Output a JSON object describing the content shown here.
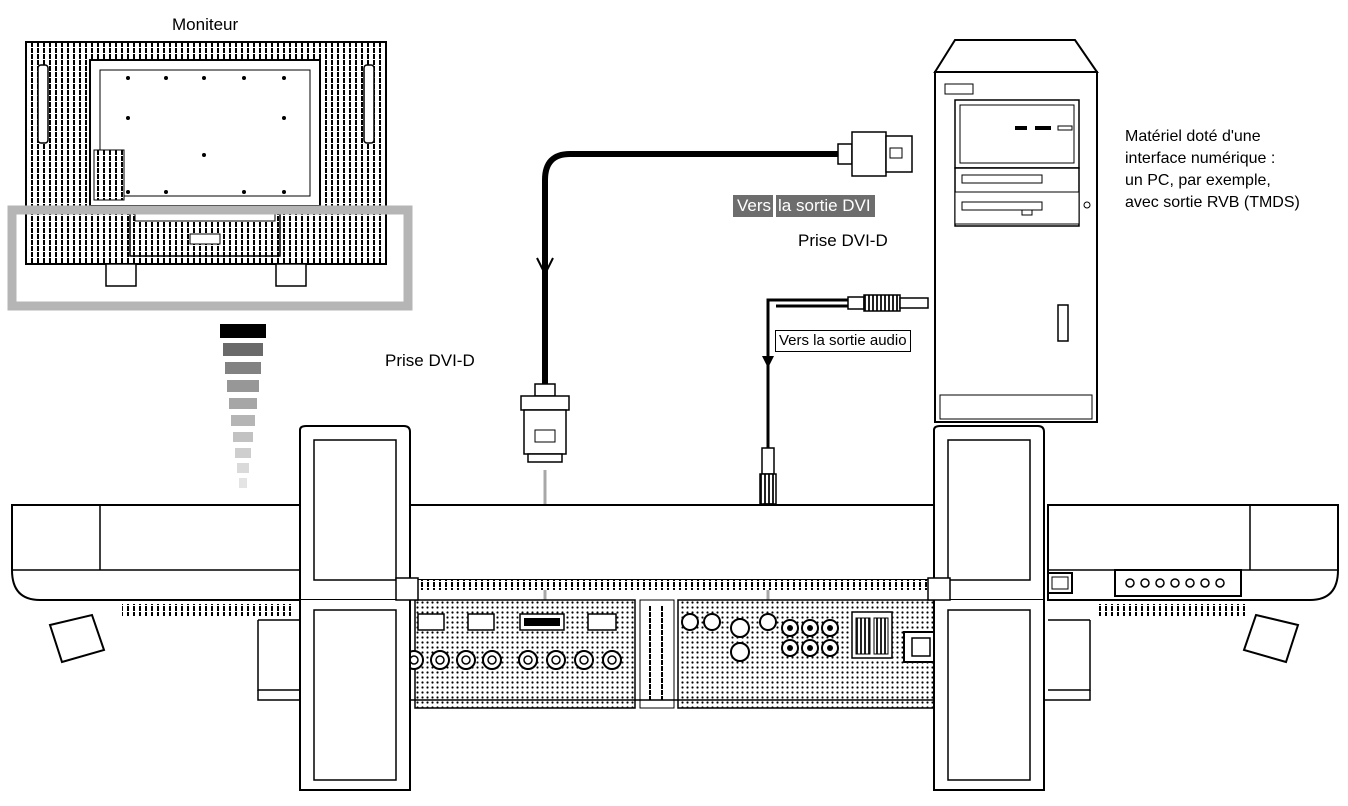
{
  "labels": {
    "monitor": "Moniteur",
    "equipment_line1": "Matériel doté d'une",
    "equipment_line2": "interface numérique :",
    "equipment_line3": "un PC, par exemple,",
    "equipment_line4": "avec sortie RVB (TMDS)",
    "dvi_plug_left": "Prise DVI-D",
    "dvi_plug_right": "Prise DVI-D",
    "dvi_tag_part1": "Vers",
    "dvi_tag_part2": "la sortie DVI",
    "audio_tag": "Vers la sortie audio"
  },
  "colors": {
    "line": "#000000",
    "grey_frame": "#b5b5b5",
    "grey_line": "#a8a8a8",
    "tag_bg": "#6d6d6d",
    "panel_fill": "#f2f2f2"
  }
}
